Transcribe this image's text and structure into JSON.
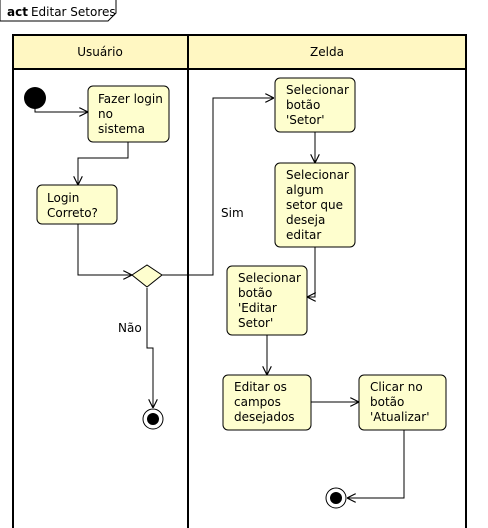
{
  "frame": {
    "keyword": "act",
    "title": "Editar Setores"
  },
  "lanes": [
    {
      "label": "Usuário"
    },
    {
      "label": "Zelda"
    }
  ],
  "actions": {
    "fazer_login": [
      "Fazer login",
      "no",
      "sistema"
    ],
    "login_correto": [
      "Login",
      "Correto?"
    ],
    "selecionar_setor_btn": [
      "Selecionar",
      "botão",
      "'Setor'"
    ],
    "selecionar_setor": [
      "Selecionar",
      "algum",
      "setor que",
      "deseja",
      "editar"
    ],
    "editar_setor_btn": [
      "Selecionar",
      "botão",
      "'Editar",
      "Setor'"
    ],
    "editar_campos": [
      "Editar os",
      "campos",
      "desejados"
    ],
    "atualizar_btn": [
      "Clicar no",
      "botão",
      "'Atualizar'"
    ]
  },
  "guards": {
    "yes": "Sim",
    "no": "Não"
  },
  "colors": {
    "action_fill": "#FEFECE",
    "lane_header_fill": "#FFF7C2",
    "stroke": "#000000"
  }
}
